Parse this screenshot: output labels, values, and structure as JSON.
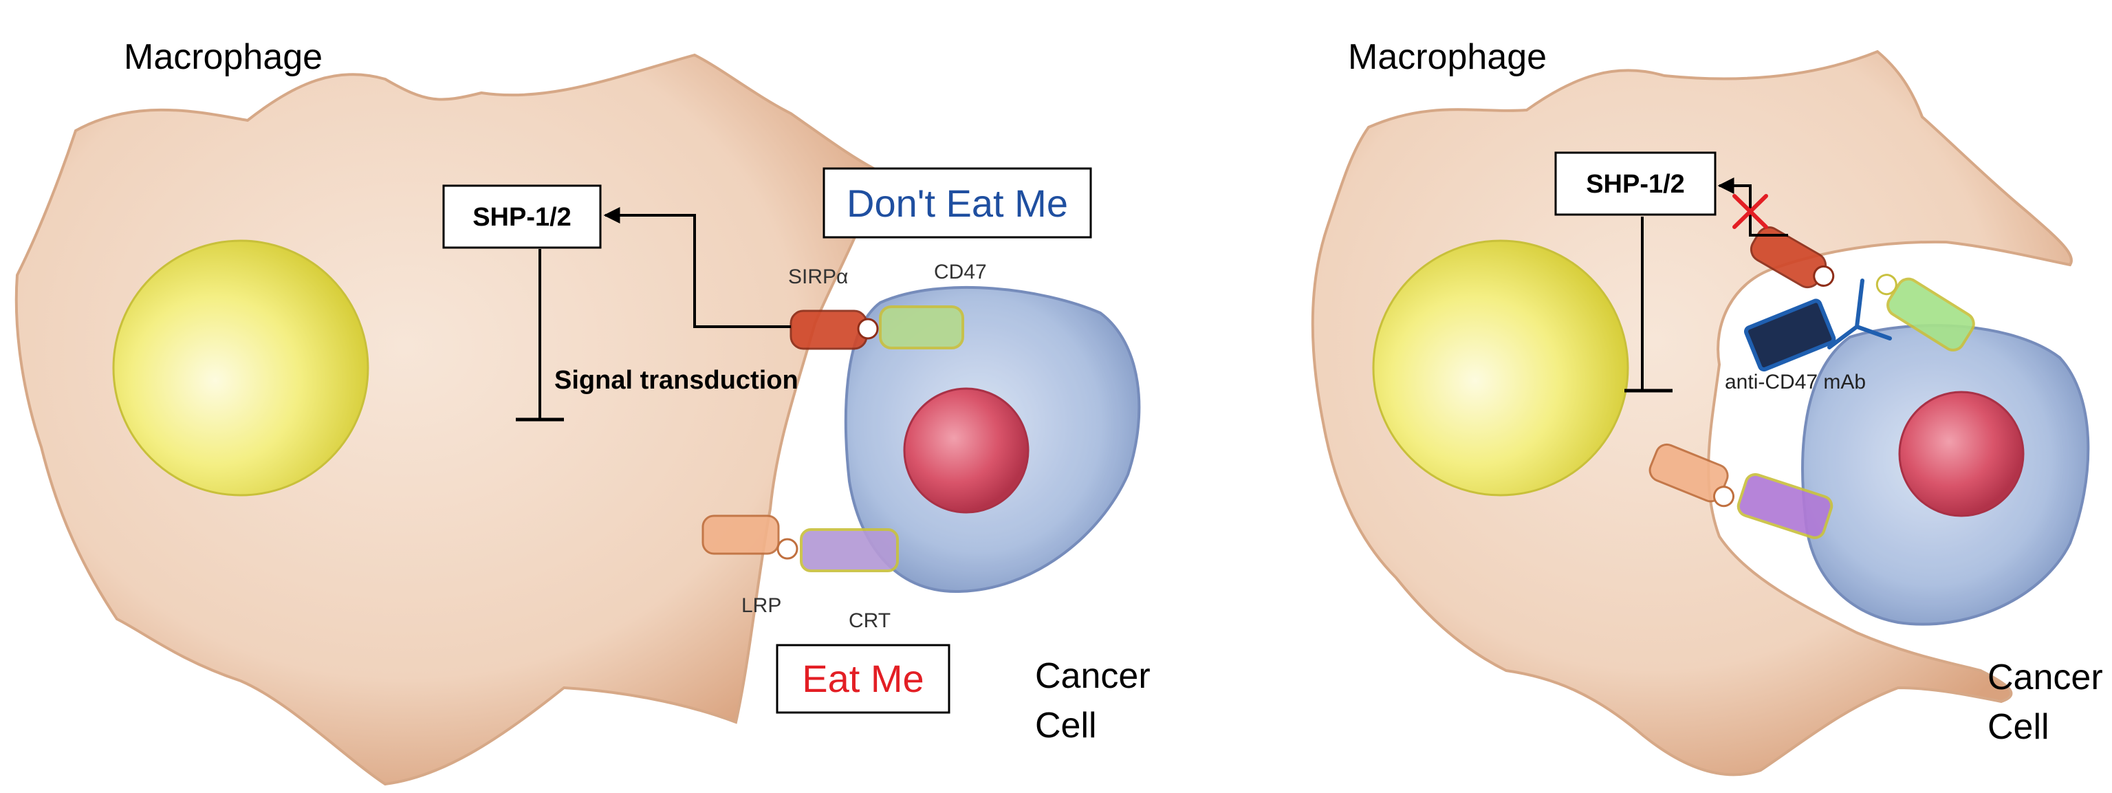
{
  "left_panel": {
    "cell_label": "Macrophage",
    "shp_label": "SHP-1/2",
    "signal_label": "Signal transduction",
    "sirpa_label": "SIRPα",
    "cd47_label": "CD47",
    "dont_eat_label": "Don't Eat Me",
    "lrp_label": "LRP",
    "crt_label": "CRT",
    "eat_label": "Eat Me",
    "cancer_line1": "Cancer",
    "cancer_line2": "Cell"
  },
  "right_panel": {
    "cell_label": "Macrophage",
    "shp_label": "SHP-1/2",
    "antibody_label": "anti-CD47 mAb",
    "cancer_line1": "Cancer",
    "cancer_line2": "Cell"
  },
  "colors": {
    "macrophage": "#f2d8c4",
    "macrophage_edge": "#c98a62",
    "nucleus_yellow": "#f4ef7a",
    "cancer_blue": "#a9bddf",
    "cancer_nucleus": "#d9546a",
    "sirpa_red": "#d0482a",
    "cd47_green": "#b4d98e",
    "lrp_orange": "#f2b28a",
    "crt_purple": "#b49ad6",
    "dont_eat_text": "#1f4fa0",
    "eat_text": "#e31e24",
    "block_x": "#e31e24",
    "antibody_blue": "#1f5fb0"
  }
}
